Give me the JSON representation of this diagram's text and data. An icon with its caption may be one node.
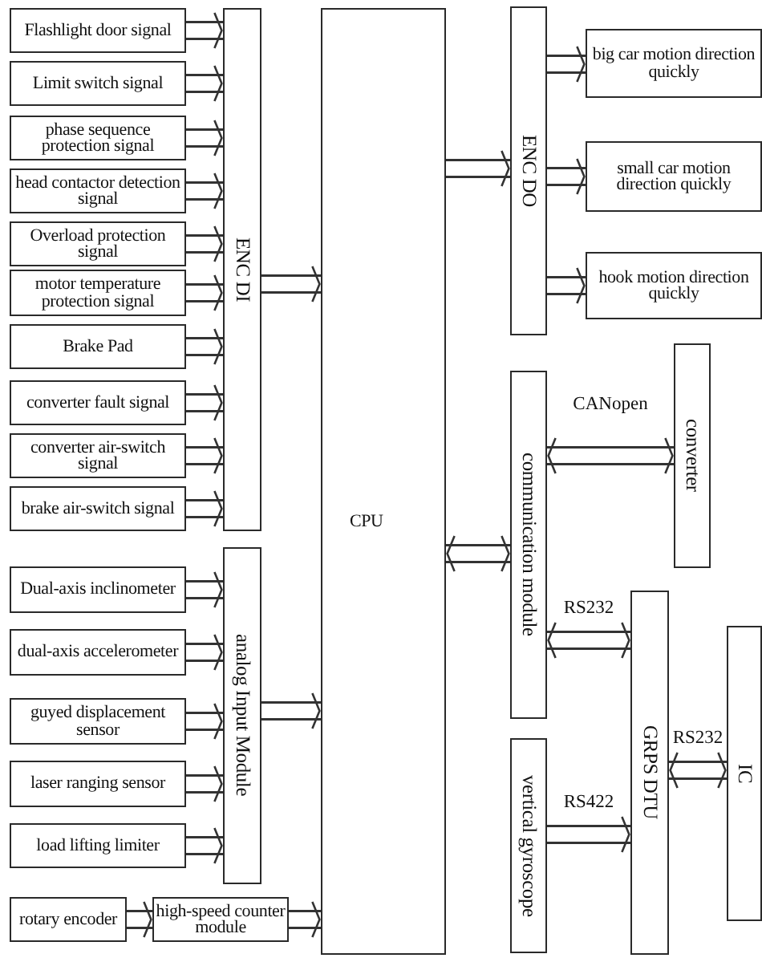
{
  "diagram": {
    "nodes": [
      {
        "text": [
          "Flashlight door signal"
        ]
      },
      {
        "text": [
          "Limit switch signal"
        ]
      },
      {
        "text": [
          "phase sequence protection signal"
        ]
      },
      {
        "text": [
          "head contactor detection signal"
        ]
      },
      {
        "text": [
          "Overload protection signal"
        ]
      },
      {
        "text": [
          "motor temperature protection signal"
        ]
      },
      {
        "text": [
          "Brake Pad"
        ]
      },
      {
        "text": [
          "converter fault signal"
        ]
      },
      {
        "text": [
          "converter air-switch signal"
        ]
      },
      {
        "text": [
          "brake air-switch signal"
        ]
      },
      {
        "text": [
          "ENC DI"
        ]
      },
      {
        "text": [
          "Dual-axis inclinometer"
        ]
      },
      {
        "text": [
          "dual-axis accelerometer"
        ]
      },
      {
        "text": [
          "guyed displacement sensor"
        ]
      },
      {
        "text": [
          "laser ranging sensor"
        ]
      },
      {
        "text": [
          "load lifting limiter"
        ]
      },
      {
        "text": [
          "analog Input Module"
        ]
      },
      {
        "text": [
          "rotary encoder"
        ]
      },
      {
        "text": [
          "high-speed counter module"
        ]
      },
      {
        "text": [
          "CPU"
        ]
      },
      {
        "text": [
          "ENC DO"
        ]
      },
      {
        "text": [
          "big car motion direction quickly"
        ]
      },
      {
        "text": [
          "small car motion direction quickly"
        ]
      },
      {
        "text": [
          "hook motion direction quickly"
        ]
      },
      {
        "text": [
          "communication module"
        ]
      },
      {
        "text": [
          "converter"
        ]
      },
      {
        "text": [
          "GRPS DTU"
        ]
      },
      {
        "text": [
          "vertical gyroscope"
        ]
      },
      {
        "text": [
          "IC"
        ]
      }
    ],
    "edges": [
      {
        "from": 0,
        "to": 10,
        "arrow": "to"
      },
      {
        "from": 1,
        "to": 10,
        "arrow": "to"
      },
      {
        "from": 2,
        "to": 10,
        "arrow": "to"
      },
      {
        "from": 3,
        "to": 10,
        "arrow": "to"
      },
      {
        "from": 4,
        "to": 10,
        "arrow": "to"
      },
      {
        "from": 5,
        "to": 10,
        "arrow": "to"
      },
      {
        "from": 6,
        "to": 10,
        "arrow": "to"
      },
      {
        "from": 7,
        "to": 10,
        "arrow": "to"
      },
      {
        "from": 8,
        "to": 10,
        "arrow": "to"
      },
      {
        "from": 9,
        "to": 10,
        "arrow": "to"
      },
      {
        "from": 10,
        "to": 19,
        "arrow": "to"
      },
      {
        "from": 11,
        "to": 16,
        "arrow": "to"
      },
      {
        "from": 12,
        "to": 16,
        "arrow": "to"
      },
      {
        "from": 13,
        "to": 16,
        "arrow": "to"
      },
      {
        "from": 14,
        "to": 16,
        "arrow": "to"
      },
      {
        "from": 15,
        "to": 16,
        "arrow": "to"
      },
      {
        "from": 16,
        "to": 19,
        "arrow": "to"
      },
      {
        "from": 17,
        "to": 18,
        "arrow": "to"
      },
      {
        "from": 18,
        "to": 19,
        "arrow": "to"
      },
      {
        "from": 19,
        "to": 20,
        "arrow": "to"
      },
      {
        "from": 20,
        "to": 21,
        "arrow": "to"
      },
      {
        "from": 20,
        "to": 22,
        "arrow": "to"
      },
      {
        "from": 20,
        "to": 23,
        "arrow": "to"
      },
      {
        "from": 19,
        "to": 24,
        "arrow": "both"
      },
      {
        "from": 24,
        "to": 25,
        "arrow": "both",
        "label": "CANopen"
      },
      {
        "from": 24,
        "to": 26,
        "arrow": "both",
        "label": "RS232"
      },
      {
        "from": 27,
        "to": 26,
        "arrow": "to",
        "label": "RS422"
      },
      {
        "from": 26,
        "to": 28,
        "arrow": "both",
        "label": "RS232"
      }
    ]
  }
}
